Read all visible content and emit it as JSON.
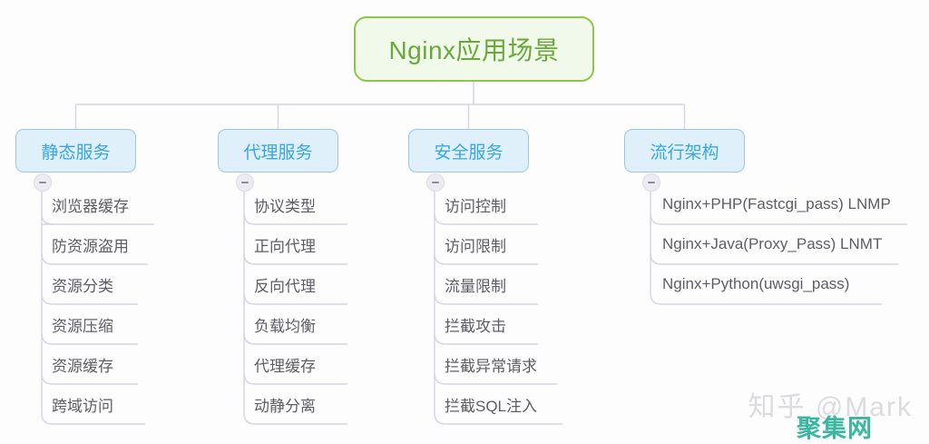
{
  "diagram": {
    "type": "mindmap",
    "title": "Nginx应用场景",
    "root": {
      "label": "Nginx应用场景"
    },
    "branches": [
      {
        "label": "静态服务",
        "toggle": "collapse-minus-icon",
        "children": [
          "浏览器缓存",
          "防资源盗用",
          "资源分类",
          "资源压缩",
          "资源缓存",
          "跨域访问"
        ]
      },
      {
        "label": "代理服务",
        "toggle": "collapse-minus-icon",
        "children": [
          "协议类型",
          "正向代理",
          "反向代理",
          "负载均衡",
          "代理缓存",
          "动静分离"
        ]
      },
      {
        "label": "安全服务",
        "toggle": "collapse-minus-icon",
        "children": [
          "访问控制",
          "访问限制",
          "流量限制",
          "拦截攻击",
          "拦截异常请求",
          "拦截SQL注入"
        ]
      },
      {
        "label": "流行架构",
        "toggle": "collapse-minus-icon",
        "children": [
          "Nginx+PHP(Fastcgi_pass) LNMP",
          "Nginx+Java(Proxy_Pass) LNMT",
          "Nginx+Python(uwsgi_pass)"
        ]
      }
    ]
  },
  "colors": {
    "background": "#fdfdfe",
    "root_fill": "#f1faea",
    "root_border": "#8cc749",
    "root_text": "#6aa83a",
    "branch_fill": "#dff0fa",
    "branch_border": "#9fc7da",
    "branch_text": "#3aa6e0",
    "leaf_text": "#5d5d66",
    "connector": "#d8d3e4",
    "watermark_gray": "#dcdcde",
    "watermark_teal": "#39b7a0"
  },
  "watermarks": {
    "zhihu": "知乎 @Mark",
    "site": "聚集网"
  }
}
